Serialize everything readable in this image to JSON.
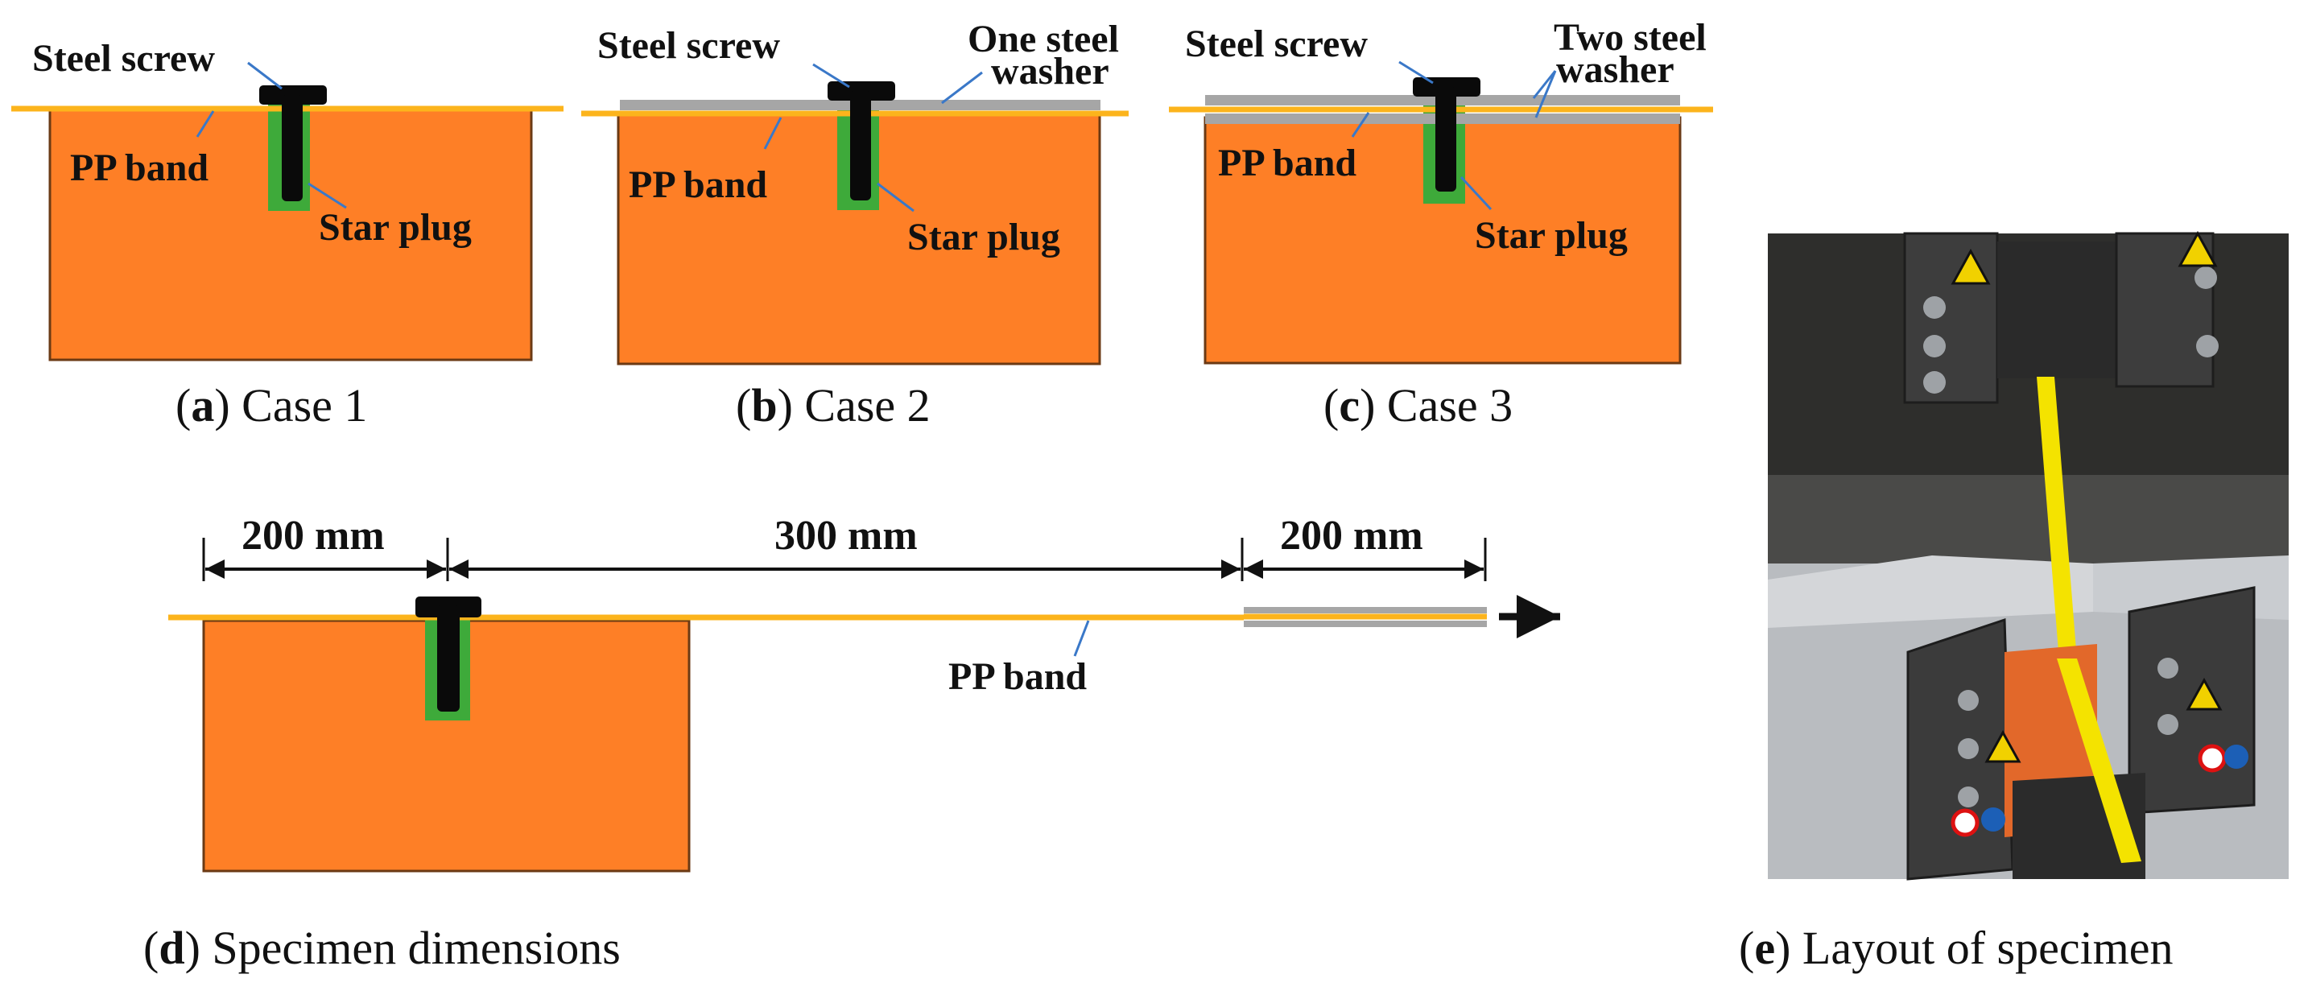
{
  "colors": {
    "block": "#fe7f26",
    "block_stroke": "#6b3a14",
    "band": "#fcb41c",
    "washer": "#a6a6a6",
    "plug": "#3eaa3a",
    "screw": "#0a0a0a",
    "leader": "#3a78c8"
  },
  "case1": {
    "screw_label": "Steel screw",
    "band_label": "PP band",
    "plug_label": "Star plug",
    "caption_letter": "a",
    "caption_text": " Case 1"
  },
  "case2": {
    "screw_label": "Steel screw",
    "washer_label_1": "One steel",
    "washer_label_2": "washer",
    "band_label": "PP band",
    "plug_label": "Star plug",
    "caption_letter": "b",
    "caption_text": " Case 2"
  },
  "case3": {
    "screw_label": "Steel screw",
    "washer_label_1": "Two steel",
    "washer_label_2": "washer",
    "band_label": "PP band",
    "plug_label": "Star plug",
    "caption_letter": "c",
    "caption_text": " Case 3"
  },
  "specimen": {
    "dim_1": "200 mm",
    "dim_2": "300 mm",
    "dim_3": "200 mm",
    "band_label": "PP band",
    "caption_letter": "d",
    "caption_text": " Specimen dimensions"
  },
  "photo": {
    "caption_letter": "e",
    "caption_text": " Layout of specimen"
  }
}
